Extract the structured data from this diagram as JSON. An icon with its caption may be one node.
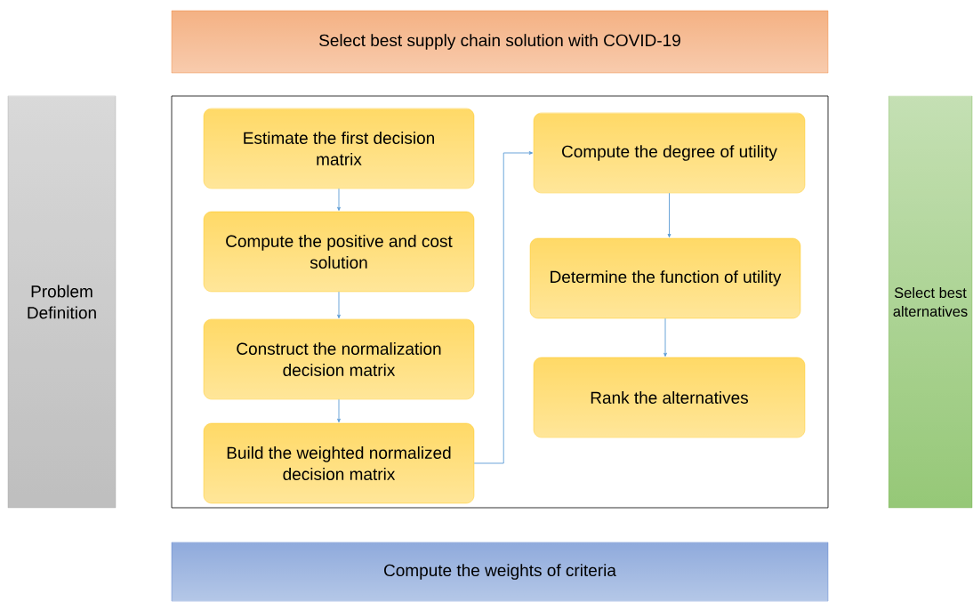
{
  "diagram": {
    "nodes": [
      {
        "text": [
          "Select best supply chain solution with COVID-19"
        ]
      },
      {
        "text": [
          "Problem Definition"
        ]
      },
      {
        "text": [],
        "shape": "box"
      },
      {
        "text": [
          "Estimate the first decision matrix"
        ],
        "in": 2
      },
      {
        "text": [
          "Compute the positive and cost solution"
        ],
        "in": 2
      },
      {
        "text": [
          "Construct the normalization decision matrix"
        ],
        "in": 2
      },
      {
        "text": [
          "Build the weighted normalized decision matrix"
        ],
        "in": 2
      },
      {
        "text": [
          "Compute the degree of utility"
        ],
        "in": 2
      },
      {
        "text": [
          "Determine the function of utility"
        ],
        "in": 2
      },
      {
        "text": [
          "Rank the alternatives"
        ],
        "in": 2
      },
      {
        "text": [
          "Select best alternatives"
        ]
      },
      {
        "text": [
          "Compute the weights of criteria"
        ]
      }
    ],
    "edges": [
      {
        "from": 3,
        "to": 4,
        "arrow": "to"
      },
      {
        "from": 4,
        "to": 5,
        "arrow": "to"
      },
      {
        "from": 5,
        "to": 6,
        "arrow": "to"
      },
      {
        "from": 6,
        "to": 7,
        "arrow": "to"
      },
      {
        "from": 7,
        "to": 8,
        "arrow": "to"
      },
      {
        "from": 8,
        "to": 9,
        "arrow": "to"
      }
    ]
  }
}
